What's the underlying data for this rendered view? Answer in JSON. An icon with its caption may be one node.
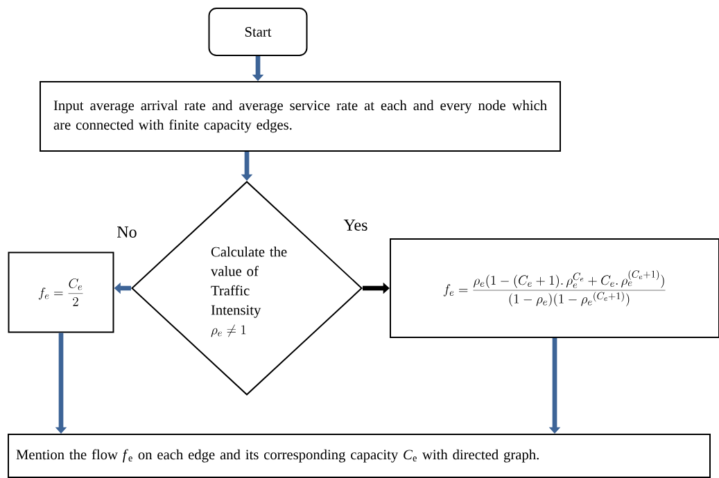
{
  "diagram": {
    "nodes": [
      {
        "text": [
          "Start"
        ]
      },
      {
        "text": [
          "Input average arrival rate and average service rate at each and every node which are connected with finite capacity edges."
        ]
      },
      {
        "text": [
          "Calculate the value of Traffic Intensity",
          "\\rho_e \\neq 1"
        ]
      },
      {
        "text": [
          "f_e = \\frac{C_e}{2}"
        ]
      },
      {
        "text": [
          "f_e = \\frac{\\rho_e(1-(C_e+1).\\,\\rho_e^{C_e} + C_e.\\,\\rho_e^{(C_e+1)})}{(1-\\rho_e)(1-{\\rho_e}^{(C_e+1)})}"
        ]
      },
      {
        "text": [
          "Mention the flow *f*$_{e}$ on each edge and its corresponding capacity *C*$_{e}$ with directed graph."
        ]
      }
    ],
    "edges": [
      {
        "from": 0,
        "to": 1,
        "arrow": "to"
      },
      {
        "from": 1,
        "to": 2,
        "arrow": "to"
      },
      {
        "from": 2,
        "to": 3,
        "arrow": "to",
        "label": "No"
      },
      {
        "from": 2,
        "to": 4,
        "arrow": "to",
        "label": "Yes",
        "color": "#000000"
      },
      {
        "from": 3,
        "to": 5,
        "arrow": "to"
      },
      {
        "from": 4,
        "to": 5,
        "arrow": "to"
      }
    ]
  }
}
